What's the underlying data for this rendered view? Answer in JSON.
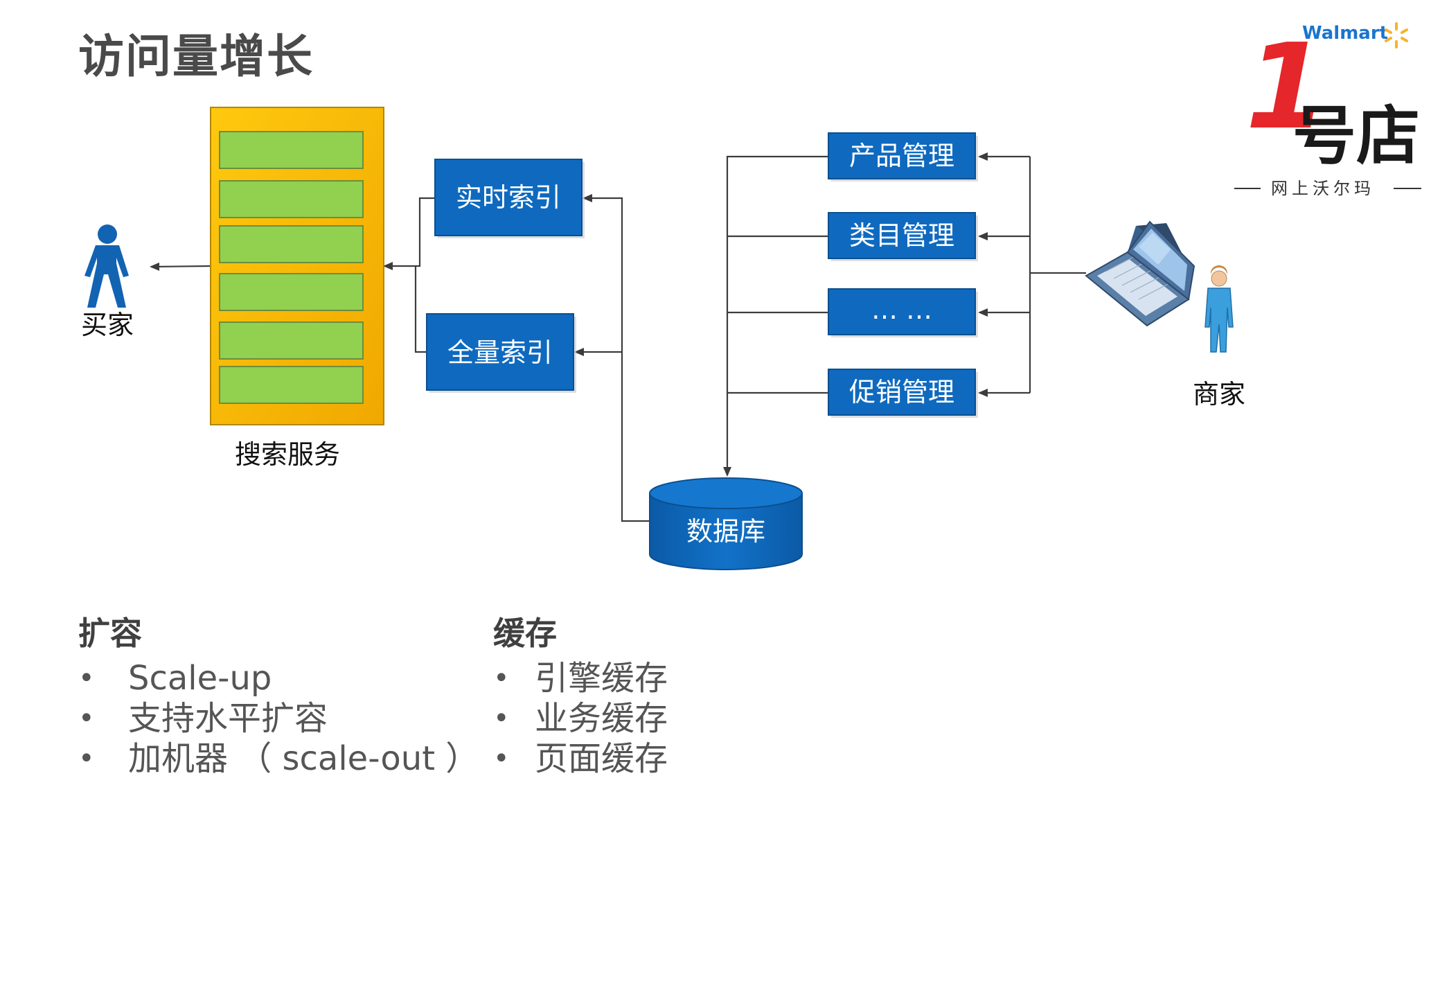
{
  "title": "访问量增长",
  "diagram": {
    "buyer_label": "买家",
    "search_service_label": "搜索服务",
    "realtime_index_label": "实时索引",
    "full_index_label": "全量索引",
    "database_label": "数据库",
    "modules": [
      "产品管理",
      "类目管理",
      "… …",
      "促销管理"
    ],
    "merchant_label": "商家"
  },
  "scale_out": {
    "heading": "扩容",
    "items": [
      "Scale-up",
      "支持水平扩容",
      "加机器 （ scale-out ）"
    ]
  },
  "cache": {
    "heading": "缓存",
    "items": [
      "引擎缓存",
      "业务缓存",
      "页面缓存"
    ]
  },
  "logo": {
    "brand": "Walmart",
    "digit": "1",
    "name": "号店",
    "tagline": "网上沃尔玛"
  },
  "colors": {
    "box_blue": "#0f6abf",
    "search_service_orange": "#f5b800",
    "server_green": "#92d050",
    "logo_red": "#e5262a",
    "walmart_blue": "#1a75cf",
    "walmart_spark": "#f7b32b"
  }
}
